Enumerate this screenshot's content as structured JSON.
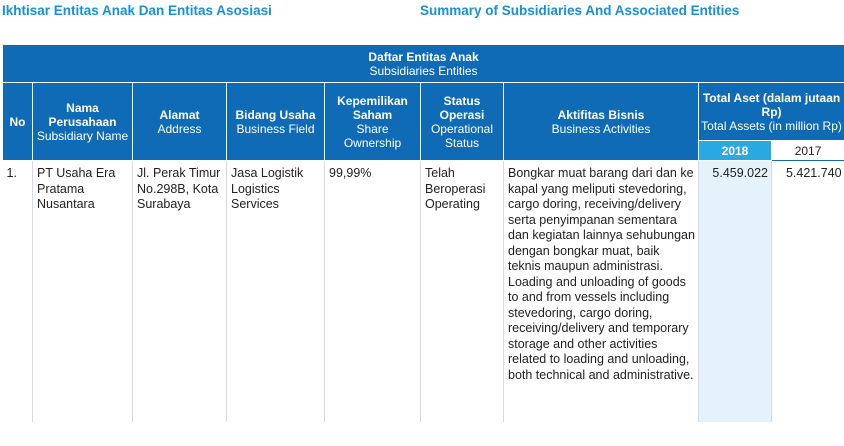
{
  "headings": {
    "id": "Ikhtisar Entitas Anak Dan Entitas Asosiasi",
    "en": "Summary of Subsidiaries And Associated Entities"
  },
  "table": {
    "banner_id": "Daftar Entitas Anak",
    "banner_en": "Subsidiaries Entities",
    "col_no": "No",
    "col_name_id": "Nama Perusahaan",
    "col_name_en": "Subsidiary Name",
    "col_addr_id": "Alamat",
    "col_addr_en": "Address",
    "col_field_id": "Bidang Usaha",
    "col_field_en": "Business Field",
    "col_own_id": "Kepemilikan Saham",
    "col_own_en": "Share Ownership",
    "col_status_id": "Status Operasi",
    "col_status_en": "Operational Status",
    "col_act_id": "Aktifitas Bisnis",
    "col_act_en": "Business Activities",
    "col_assets_id": "Total Aset (dalam jutaan Rp)",
    "col_assets_en": "Total Assets (in million Rp)",
    "year1": "2018",
    "year2": "2017",
    "rows": [
      {
        "no": "1.",
        "name": "PT Usaha Era Pratama Nusantara",
        "address": "Jl. Perak Timur No.298B, Kota Surabaya",
        "field_id": "Jasa Logistik",
        "field_en": "Logistics Services",
        "ownership": "99,99%",
        "status_id": "Telah Beroperasi",
        "status_en": "Operating",
        "activities_id": "Bongkar muat barang dari dan ke kapal yang meliputi stevedoring, cargo doring, receiving/delivery serta penyimpanan sementara dan kegiatan lainnya sehubungan dengan bongkar muat, baik teknis maupun administrasi.",
        "activities_en_1": "Loading and unloading of goods to and from vessels including stevedoring, cargo doring,",
        "activities_en_2": "receiving/delivery and temporary storage and other activities related to loading and unloading, both technical and administrative.",
        "assets_2018": "5.459.022",
        "assets_2017": "5.421.740"
      }
    ]
  }
}
